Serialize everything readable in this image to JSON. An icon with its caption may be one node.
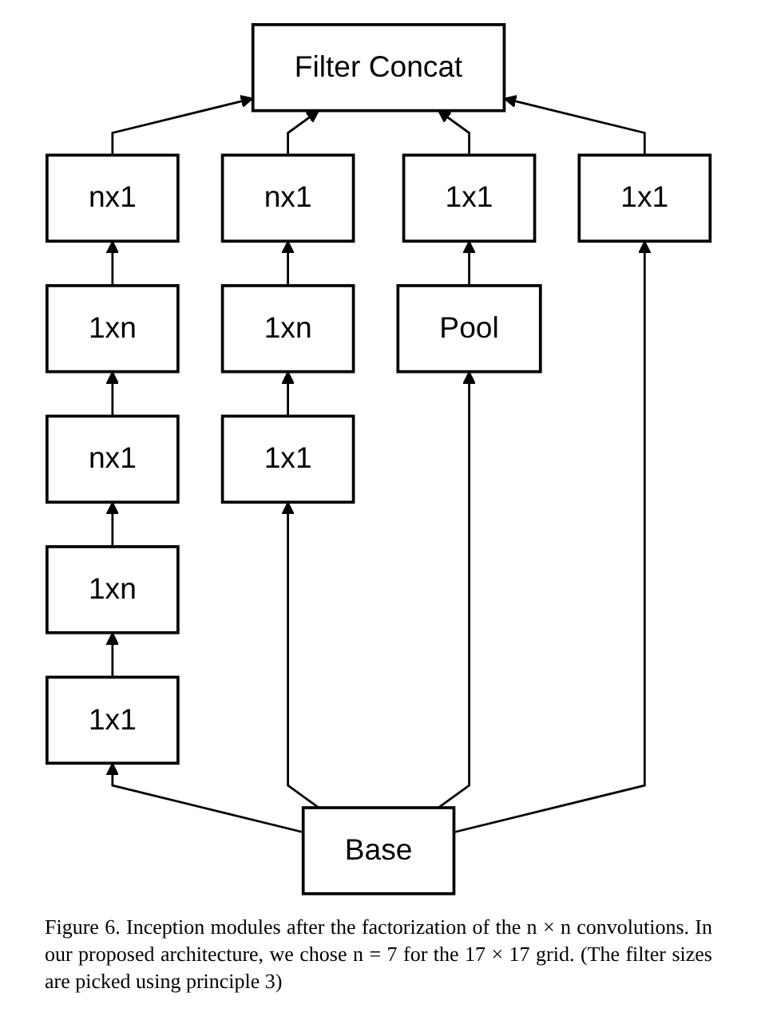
{
  "diagram": {
    "caption": "Figure 6. Inception modules after the factorization of the n × n convolutions. In our proposed architecture, we chose n = 7 for the 17 × 17 grid. (The filter sizes are picked using principle 3)",
    "nodes": [
      {
        "text": [
          "Filter Concat"
        ]
      },
      {
        "text": [
          "nx1"
        ]
      },
      {
        "text": [
          "1xn"
        ]
      },
      {
        "text": [
          "nx1"
        ]
      },
      {
        "text": [
          "1xn"
        ]
      },
      {
        "text": [
          "1x1"
        ]
      },
      {
        "text": [
          "nx1"
        ]
      },
      {
        "text": [
          "1xn"
        ]
      },
      {
        "text": [
          "1x1"
        ]
      },
      {
        "text": [
          "1x1"
        ]
      },
      {
        "text": [
          "Pool"
        ]
      },
      {
        "text": [
          "1x1"
        ]
      },
      {
        "text": [
          "Base"
        ]
      }
    ],
    "edges": [
      {
        "from": 12,
        "to": 5,
        "arrow": "to"
      },
      {
        "from": 12,
        "to": 8,
        "arrow": "to"
      },
      {
        "from": 12,
        "to": 10,
        "arrow": "to"
      },
      {
        "from": 12,
        "to": 11,
        "arrow": "to"
      },
      {
        "from": 5,
        "to": 4,
        "arrow": "to"
      },
      {
        "from": 4,
        "to": 3,
        "arrow": "to"
      },
      {
        "from": 3,
        "to": 2,
        "arrow": "to"
      },
      {
        "from": 2,
        "to": 1,
        "arrow": "to"
      },
      {
        "from": 8,
        "to": 7,
        "arrow": "to"
      },
      {
        "from": 7,
        "to": 6,
        "arrow": "to"
      },
      {
        "from": 10,
        "to": 9,
        "arrow": "to"
      },
      {
        "from": 1,
        "to": 0,
        "arrow": "to"
      },
      {
        "from": 6,
        "to": 0,
        "arrow": "to"
      },
      {
        "from": 9,
        "to": 0,
        "arrow": "to"
      },
      {
        "from": 11,
        "to": 0,
        "arrow": "to"
      }
    ]
  }
}
